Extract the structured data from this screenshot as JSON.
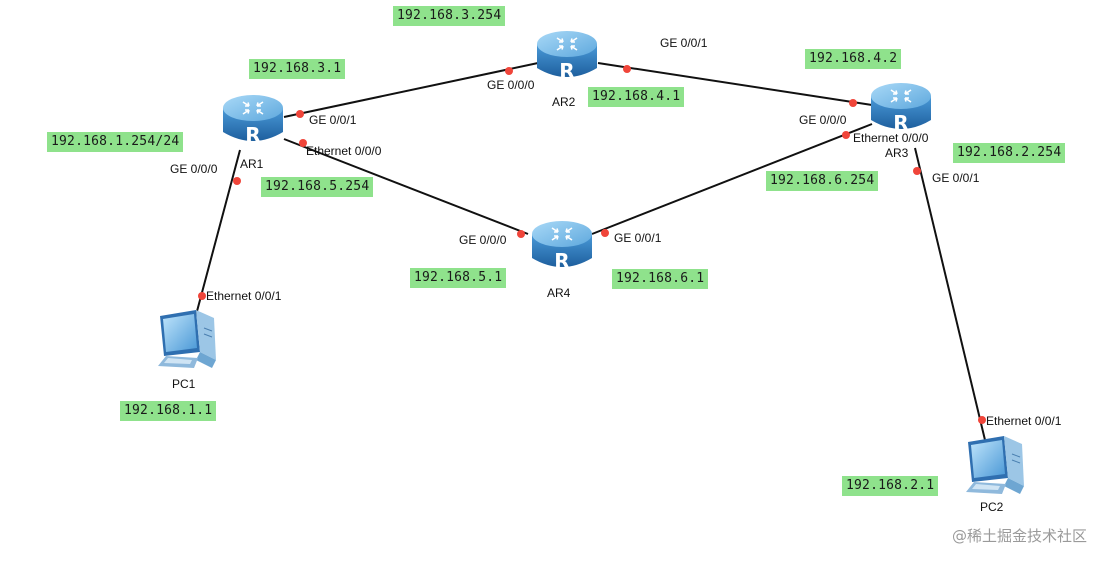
{
  "devices": {
    "ar1": "AR1",
    "ar2": "AR2",
    "ar3": "AR3",
    "ar4": "AR4",
    "pc1": "PC1",
    "pc2": "PC2"
  },
  "ip_labels": {
    "ar2_g000": "192.168.3.254",
    "ar1_g001": "192.168.3.1",
    "ar3_g000": "192.168.4.2",
    "ar2_g001": "192.168.4.1",
    "ar1_g000": "192.168.1.254/24",
    "ar3_g001": "192.168.2.254",
    "ar1_e000": "192.168.5.254",
    "ar3_e000": "192.168.6.254",
    "ar4_g000": "192.168.5.1",
    "ar4_g001": "192.168.6.1",
    "pc1": "192.168.1.1",
    "pc2": "192.168.2.1"
  },
  "port_labels": {
    "ar2_g001": "GE 0/0/1",
    "ar2_g000": "GE 0/0/0",
    "ar1_g001": "GE 0/0/1",
    "ar3_g000": "GE 0/0/0",
    "ar3_e000": "Ethernet 0/0/0",
    "ar1_e000": "Ethernet 0/0/0",
    "ar1_g000": "GE 0/0/0",
    "ar3_g001": "GE 0/0/1",
    "ar4_g000": "GE 0/0/0",
    "ar4_g001": "GE 0/0/1",
    "pc1_e001": "Ethernet 0/0/1",
    "pc2_e001": "Ethernet 0/0/1"
  },
  "watermark": "@稀土掘金技术社区",
  "colors": {
    "ip_label_bg": "#8fe28c",
    "link": "#111111",
    "port_dot": "#f0453a",
    "router_body": "#3a86c8",
    "router_top": "#7cc1ee"
  },
  "icons": {
    "router": "router-icon",
    "pc": "pc-icon"
  }
}
